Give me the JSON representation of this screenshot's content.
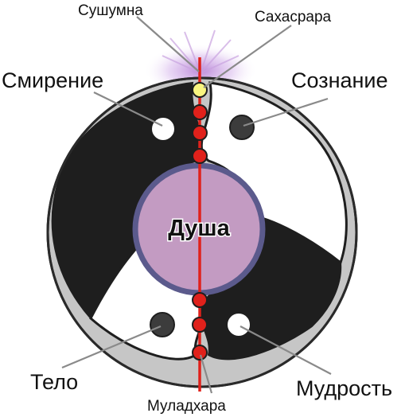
{
  "labels": {
    "top_left": "Сушумна",
    "top_right": "Сахасрара",
    "left_upper": "Смирение",
    "right_upper": "Сознание",
    "center": "Душа",
    "left_lower": "Тело",
    "right_lower": "Мудрость",
    "bottom": "Муладхара"
  },
  "colors": {
    "dark": "#1e1e1e",
    "light": "#ffffff",
    "background_grey": "#c6c6c6",
    "channel_red": "#e0211b",
    "crown_yellow": "#f9f580",
    "soul_fill": "#c39bc2",
    "soul_ring": "#5b5a8c",
    "dot_grey": "#3c3c3c",
    "aura": "#c9a3e0",
    "leader_line": "#8a8a8a"
  }
}
